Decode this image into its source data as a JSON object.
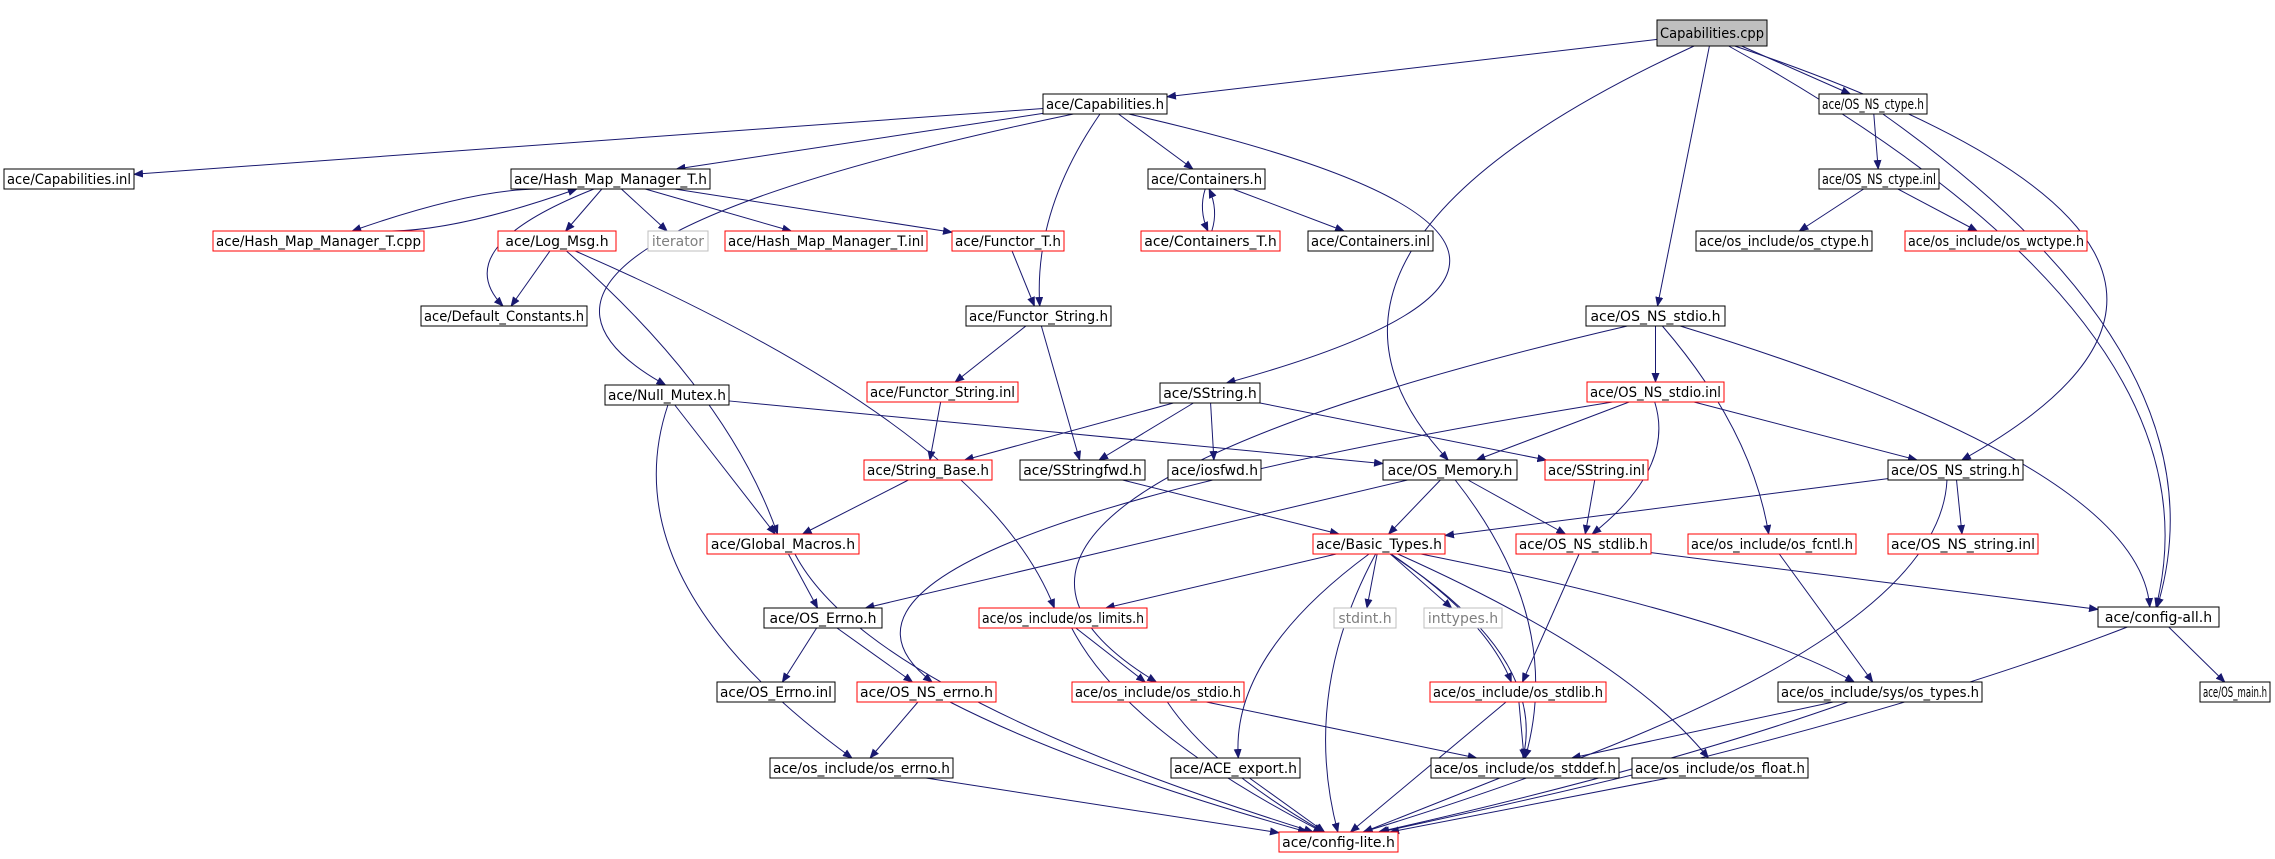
{
  "graph": {
    "root": "Capabilities.cpp",
    "nodes": [
      {
        "id": "cap_cpp",
        "label": "Capabilities.cpp",
        "style": "root"
      },
      {
        "id": "cap_h",
        "label": "ace/Capabilities.h",
        "style": "normal"
      },
      {
        "id": "ctype_h",
        "label": "ace/OS_NS_ctype.h",
        "style": "normal"
      },
      {
        "id": "cap_inl",
        "label": "ace/Capabilities.inl",
        "style": "normal"
      },
      {
        "id": "hmm_h",
        "label": "ace/Hash_Map_Manager_T.h",
        "style": "normal"
      },
      {
        "id": "containers_h",
        "label": "ace/Containers.h",
        "style": "normal"
      },
      {
        "id": "ctype_inl",
        "label": "ace/OS_NS_ctype.inl",
        "style": "normal"
      },
      {
        "id": "hmm_cpp",
        "label": "ace/Hash_Map_Manager_T.cpp",
        "style": "red"
      },
      {
        "id": "logmsg_h",
        "label": "ace/Log_Msg.h",
        "style": "red"
      },
      {
        "id": "iterator",
        "label": "iterator",
        "style": "gray"
      },
      {
        "id": "hmm_inl",
        "label": "ace/Hash_Map_Manager_T.inl",
        "style": "red"
      },
      {
        "id": "functor_h",
        "label": "ace/Functor_T.h",
        "style": "red"
      },
      {
        "id": "containers_t_h",
        "label": "ace/Containers_T.h",
        "style": "red"
      },
      {
        "id": "containers_inl",
        "label": "ace/Containers.inl",
        "style": "normal"
      },
      {
        "id": "os_ctype_h",
        "label": "ace/os_include/os_ctype.h",
        "style": "normal"
      },
      {
        "id": "os_wctype_h",
        "label": "ace/os_include/os_wctype.h",
        "style": "red"
      },
      {
        "id": "defconst_h",
        "label": "ace/Default_Constants.h",
        "style": "normal"
      },
      {
        "id": "functor_string_h",
        "label": "ace/Functor_String.h",
        "style": "normal"
      },
      {
        "id": "stdio_h",
        "label": "ace/OS_NS_stdio.h",
        "style": "normal"
      },
      {
        "id": "nullmutex_h",
        "label": "ace/Null_Mutex.h",
        "style": "normal"
      },
      {
        "id": "functor_string_inl",
        "label": "ace/Functor_String.inl",
        "style": "red"
      },
      {
        "id": "sstring_h",
        "label": "ace/SString.h",
        "style": "normal"
      },
      {
        "id": "stdio_inl",
        "label": "ace/OS_NS_stdio.inl",
        "style": "red"
      },
      {
        "id": "string_base_h",
        "label": "ace/String_Base.h",
        "style": "red"
      },
      {
        "id": "sstringfwd_h",
        "label": "ace/SStringfwd.h",
        "style": "normal"
      },
      {
        "id": "iosfwd_h",
        "label": "ace/iosfwd.h",
        "style": "normal"
      },
      {
        "id": "memory_h",
        "label": "ace/OS_Memory.h",
        "style": "normal"
      },
      {
        "id": "sstring_inl",
        "label": "ace/SString.inl",
        "style": "red"
      },
      {
        "id": "string_h",
        "label": "ace/OS_NS_string.h",
        "style": "normal"
      },
      {
        "id": "globalmacros_h",
        "label": "ace/Global_Macros.h",
        "style": "red"
      },
      {
        "id": "basictypes_h",
        "label": "ace/Basic_Types.h",
        "style": "red"
      },
      {
        "id": "stdlib_h",
        "label": "ace/OS_NS_stdlib.h",
        "style": "red"
      },
      {
        "id": "os_fcntl_h",
        "label": "ace/os_include/os_fcntl.h",
        "style": "red"
      },
      {
        "id": "string_inl",
        "label": "ace/OS_NS_string.inl",
        "style": "red"
      },
      {
        "id": "errno_h",
        "label": "ace/OS_Errno.h",
        "style": "normal"
      },
      {
        "id": "os_limits_h",
        "label": "ace/os_include/os_limits.h",
        "style": "red"
      },
      {
        "id": "stdint_h",
        "label": "stdint.h",
        "style": "gray"
      },
      {
        "id": "inttypes_h",
        "label": "inttypes.h",
        "style": "gray"
      },
      {
        "id": "configall_h",
        "label": "ace/config-all.h",
        "style": "normal"
      },
      {
        "id": "errno_inl",
        "label": "ace/OS_Errno.inl",
        "style": "normal"
      },
      {
        "id": "ns_errno_h",
        "label": "ace/OS_NS_errno.h",
        "style": "red"
      },
      {
        "id": "os_stdio_h",
        "label": "ace/os_include/os_stdio.h",
        "style": "red"
      },
      {
        "id": "os_stdlib_h",
        "label": "ace/os_include/os_stdlib.h",
        "style": "red"
      },
      {
        "id": "sys_types_h",
        "label": "ace/os_include/sys/os_types.h",
        "style": "normal"
      },
      {
        "id": "osmain_h",
        "label": "ace/OS_main.h",
        "style": "normal"
      },
      {
        "id": "os_errno_h",
        "label": "ace/os_include/os_errno.h",
        "style": "normal"
      },
      {
        "id": "ace_export_h",
        "label": "ace/ACE_export.h",
        "style": "normal"
      },
      {
        "id": "os_stddef_h",
        "label": "ace/os_include/os_stddef.h",
        "style": "normal"
      },
      {
        "id": "os_float_h",
        "label": "ace/os_include/os_float.h",
        "style": "normal"
      },
      {
        "id": "configlite_h",
        "label": "ace/config-lite.h",
        "style": "red"
      }
    ],
    "edges": [
      [
        "cap_cpp",
        "cap_h"
      ],
      [
        "cap_cpp",
        "ctype_h"
      ],
      [
        "cap_cpp",
        "memory_h"
      ],
      [
        "cap_cpp",
        "stdio_h"
      ],
      [
        "cap_cpp",
        "string_h"
      ],
      [
        "cap_cpp",
        "configall_h"
      ],
      [
        "cap_h",
        "cap_inl"
      ],
      [
        "cap_h",
        "hmm_h"
      ],
      [
        "cap_h",
        "containers_h"
      ],
      [
        "cap_h",
        "functor_string_h"
      ],
      [
        "cap_h",
        "sstring_h"
      ],
      [
        "cap_h",
        "nullmutex_h"
      ],
      [
        "ctype_h",
        "ctype_inl"
      ],
      [
        "ctype_h",
        "configall_h"
      ],
      [
        "ctype_inl",
        "os_ctype_h"
      ],
      [
        "ctype_inl",
        "os_wctype_h"
      ],
      [
        "hmm_h",
        "hmm_cpp"
      ],
      [
        "hmm_cpp",
        "hmm_h"
      ],
      [
        "hmm_h",
        "logmsg_h"
      ],
      [
        "hmm_h",
        "iterator"
      ],
      [
        "hmm_h",
        "hmm_inl"
      ],
      [
        "hmm_h",
        "functor_h"
      ],
      [
        "hmm_h",
        "defconst_h"
      ],
      [
        "logmsg_h",
        "defconst_h"
      ],
      [
        "logmsg_h",
        "globalmacros_h"
      ],
      [
        "logmsg_h",
        "os_limits_h"
      ],
      [
        "functor_h",
        "functor_string_h"
      ],
      [
        "containers_h",
        "containers_t_h"
      ],
      [
        "containers_t_h",
        "containers_h"
      ],
      [
        "containers_h",
        "containers_inl"
      ],
      [
        "functor_string_h",
        "functor_string_inl"
      ],
      [
        "functor_string_h",
        "sstringfwd_h"
      ],
      [
        "functor_string_inl",
        "string_base_h"
      ],
      [
        "sstring_h",
        "string_base_h"
      ],
      [
        "sstring_h",
        "sstringfwd_h"
      ],
      [
        "sstring_h",
        "iosfwd_h"
      ],
      [
        "sstring_h",
        "sstring_inl"
      ],
      [
        "nullmutex_h",
        "globalmacros_h"
      ],
      [
        "nullmutex_h",
        "memory_h"
      ],
      [
        "nullmutex_h",
        "os_errno_h"
      ],
      [
        "string_base_h",
        "globalmacros_h"
      ],
      [
        "sstringfwd_h",
        "basictypes_h"
      ],
      [
        "sstring_inl",
        "stdlib_h"
      ],
      [
        "stdio_h",
        "stdio_inl"
      ],
      [
        "stdio_h",
        "os_fcntl_h"
      ],
      [
        "stdio_h",
        "os_stdio_h"
      ],
      [
        "stdio_h",
        "configall_h"
      ],
      [
        "stdio_inl",
        "memory_h"
      ],
      [
        "stdio_inl",
        "string_h"
      ],
      [
        "stdio_inl",
        "stdlib_h"
      ],
      [
        "stdio_inl",
        "ns_errno_h"
      ],
      [
        "memory_h",
        "basictypes_h"
      ],
      [
        "memory_h",
        "stdlib_h"
      ],
      [
        "memory_h",
        "errno_h"
      ],
      [
        "memory_h",
        "os_stddef_h"
      ],
      [
        "string_h",
        "string_inl"
      ],
      [
        "string_h",
        "basictypes_h"
      ],
      [
        "string_h",
        "configlite_h"
      ],
      [
        "globalmacros_h",
        "errno_h"
      ],
      [
        "globalmacros_h",
        "configlite_h"
      ],
      [
        "basictypes_h",
        "os_limits_h"
      ],
      [
        "basictypes_h",
        "stdint_h"
      ],
      [
        "basictypes_h",
        "inttypes_h"
      ],
      [
        "basictypes_h",
        "os_stdlib_h"
      ],
      [
        "basictypes_h",
        "sys_types_h"
      ],
      [
        "basictypes_h",
        "ace_export_h"
      ],
      [
        "basictypes_h",
        "os_stddef_h"
      ],
      [
        "basictypes_h",
        "os_float_h"
      ],
      [
        "basictypes_h",
        "configlite_h"
      ],
      [
        "stdlib_h",
        "os_stdlib_h"
      ],
      [
        "stdlib_h",
        "configall_h"
      ],
      [
        "os_fcntl_h",
        "sys_types_h"
      ],
      [
        "errno_h",
        "errno_inl"
      ],
      [
        "errno_h",
        "ns_errno_h"
      ],
      [
        "os_limits_h",
        "os_stdio_h"
      ],
      [
        "os_limits_h",
        "configlite_h"
      ],
      [
        "ns_errno_h",
        "os_errno_h"
      ],
      [
        "ns_errno_h",
        "configlite_h"
      ],
      [
        "os_stdio_h",
        "os_stddef_h"
      ],
      [
        "os_stdio_h",
        "configlite_h"
      ],
      [
        "os_stdlib_h",
        "os_stddef_h"
      ],
      [
        "os_stdlib_h",
        "configlite_h"
      ],
      [
        "sys_types_h",
        "os_stddef_h"
      ],
      [
        "sys_types_h",
        "configlite_h"
      ],
      [
        "configall_h",
        "osmain_h"
      ],
      [
        "configall_h",
        "configlite_h"
      ],
      [
        "os_errno_h",
        "configlite_h"
      ],
      [
        "ace_export_h",
        "configlite_h"
      ],
      [
        "os_stddef_h",
        "configlite_h"
      ],
      [
        "os_float_h",
        "configlite_h"
      ]
    ]
  },
  "colors": {
    "edge": "#191970",
    "node_border": "#000000",
    "red_border": "#ff0000",
    "gray_border": "#bfbfbf",
    "gray_text": "#7f7f7f",
    "root_fill": "#bfbfbf"
  }
}
